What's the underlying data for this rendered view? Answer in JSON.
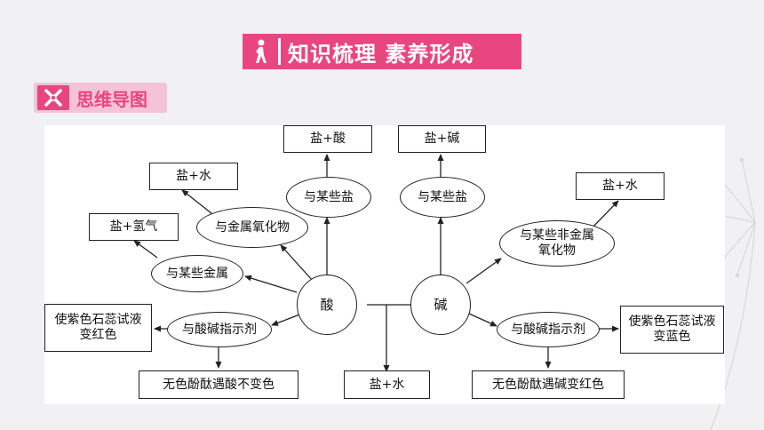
{
  "header": {
    "title": "知识梳理 素养形成",
    "subtitle": "思维导图"
  },
  "diagram": {
    "acid": "酸",
    "base": "碱",
    "nodes": {
      "r_salt_acid": "盐+酸",
      "r_salt_base": "盐+碱",
      "r_salt_water_left": "盐+水",
      "r_salt_water_right": "盐+水",
      "r_salt_hydrogen": "盐+氢气",
      "r_litmus_red": "使紫色石蕊试液变红色",
      "r_litmus_blue": "使紫色石蕊试液变蓝色",
      "r_phenol_acid": "无色酚酞遇酸不变色",
      "r_salt_water_bottom": "盐+水",
      "r_phenol_base": "无色酚酞遇碱变红色",
      "o_salt_acid": "与某些盐",
      "o_salt_base": "与某些盐",
      "o_metal_oxide": "与金属氧化物",
      "o_nonmetal_oxide": "与某些非金属氧化物",
      "o_metal": "与某些金属",
      "o_indicator_acid": "与酸碱指示剂",
      "o_indicator_base": "与酸碱指示剂"
    }
  },
  "colors": {
    "accent": "#e8467f",
    "accent_light": "#f5c3d6",
    "background": "#f1f0f2"
  }
}
